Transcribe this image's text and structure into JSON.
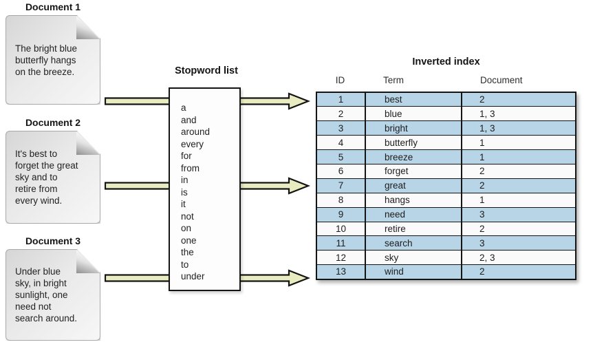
{
  "documents": [
    {
      "title": "Document 1",
      "text": "The bright blue\nbutterfly hangs\non the breeze."
    },
    {
      "title": "Document 2",
      "text": "It's best to\nforget the great\nsky and to\nretire from\nevery wind."
    },
    {
      "title": "Document 3",
      "text": "Under blue\nsky, in bright\nsunlight, one\nneed not\nsearch around."
    }
  ],
  "stopwords": {
    "title": "Stopword list",
    "words": [
      "a",
      "and",
      "around",
      "every",
      "for",
      "from",
      "in",
      "is",
      "it",
      "not",
      "on",
      "one",
      "the",
      "to",
      "under"
    ]
  },
  "inverted_index": {
    "title": "Inverted index",
    "columns": [
      "ID",
      "Term",
      "Document"
    ],
    "rows": [
      [
        "1",
        "best",
        "2"
      ],
      [
        "2",
        "blue",
        "1, 3"
      ],
      [
        "3",
        "bright",
        "1, 3"
      ],
      [
        "4",
        "butterfly",
        "1"
      ],
      [
        "5",
        "breeze",
        "1"
      ],
      [
        "6",
        "forget",
        "2"
      ],
      [
        "7",
        "great",
        "2"
      ],
      [
        "8",
        "hangs",
        "1"
      ],
      [
        "9",
        "need",
        "3"
      ],
      [
        "10",
        "retire",
        "2"
      ],
      [
        "11",
        "search",
        "3"
      ],
      [
        "12",
        "sky",
        "2, 3"
      ],
      [
        "13",
        "wind",
        "2"
      ]
    ]
  },
  "colors": {
    "row_blue": "#b7d5e7",
    "row_white": "#fafafa",
    "arrow_fill": "#e9ecc0",
    "arrow_outline": "#141414",
    "table_border": "#141414"
  }
}
